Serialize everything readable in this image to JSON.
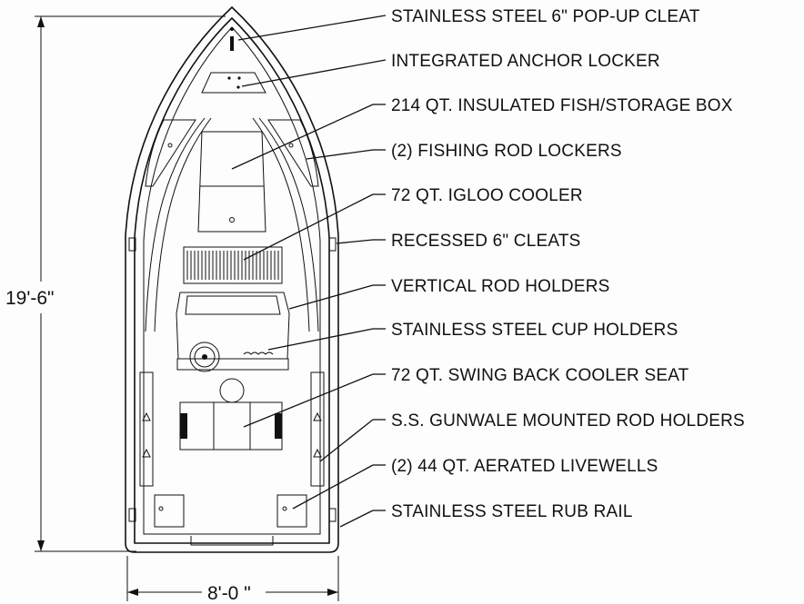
{
  "diagram": {
    "dimensions": {
      "length": "19'-6\"",
      "beam": "8'-0 \""
    },
    "callouts": [
      "STAINLESS STEEL 6\"  POP-UP CLEAT",
      "INTEGRATED ANCHOR LOCKER",
      "214 QT.  INSULATED FISH/STORAGE BOX",
      "(2) FISHING ROD LOCKERS",
      "72 QT.  IGLOO COOLER",
      "RECESSED 6\" CLEATS",
      "VERTICAL ROD HOLDERS",
      "STAINLESS STEEL CUP HOLDERS",
      "72 QT.  SWING BACK COOLER SEAT",
      "S.S. GUNWALE MOUNTED ROD HOLDERS",
      "(2)  44 QT.  AERATED LIVEWELLS",
      "STAINLESS STEEL RUB RAIL"
    ]
  }
}
